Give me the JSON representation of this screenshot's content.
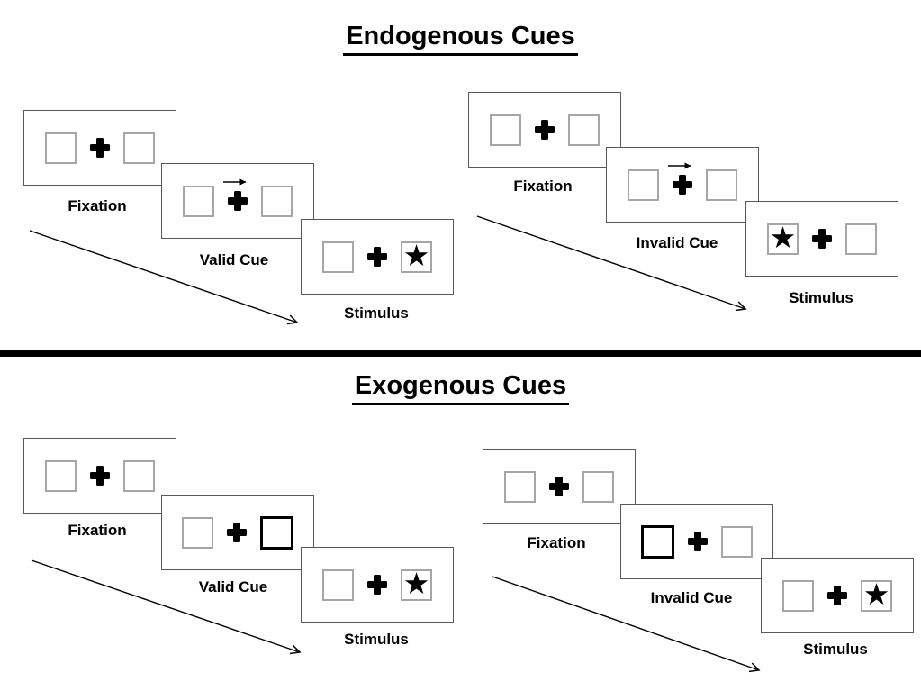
{
  "diagram": {
    "kind": "posner-cueing-task",
    "sections": [
      {
        "id": "endogenous",
        "title": "Endogenous Cues",
        "trials": [
          {
            "type": "valid",
            "panels": [
              {
                "label": "Fixation",
                "left_box": "empty",
                "right_box": "empty",
                "cue": "none"
              },
              {
                "label": "Valid Cue",
                "left_box": "empty",
                "right_box": "empty",
                "cue": "central-arrow-right"
              },
              {
                "label": "Stimulus",
                "left_box": "empty",
                "right_box": "star",
                "cue": "none"
              }
            ]
          },
          {
            "type": "invalid",
            "panels": [
              {
                "label": "Fixation",
                "left_box": "empty",
                "right_box": "empty",
                "cue": "none"
              },
              {
                "label": "Invalid Cue",
                "left_box": "empty",
                "right_box": "empty",
                "cue": "central-arrow-right"
              },
              {
                "label": "Stimulus",
                "left_box": "star",
                "right_box": "empty",
                "cue": "none"
              }
            ]
          }
        ]
      },
      {
        "id": "exogenous",
        "title": "Exogenous Cues",
        "trials": [
          {
            "type": "valid",
            "panels": [
              {
                "label": "Fixation",
                "left_box": "empty",
                "right_box": "empty",
                "cue": "none"
              },
              {
                "label": "Valid Cue",
                "left_box": "empty",
                "right_box": "highlighted",
                "cue": "peripheral-box-right"
              },
              {
                "label": "Stimulus",
                "left_box": "empty",
                "right_box": "star",
                "cue": "none"
              }
            ]
          },
          {
            "type": "invalid",
            "panels": [
              {
                "label": "Fixation",
                "left_box": "empty",
                "right_box": "empty",
                "cue": "none"
              },
              {
                "label": "Invalid Cue",
                "left_box": "highlighted",
                "right_box": "empty",
                "cue": "peripheral-box-left"
              },
              {
                "label": "Stimulus",
                "left_box": "empty",
                "right_box": "star",
                "cue": "none"
              }
            ]
          }
        ]
      }
    ]
  },
  "icons": {
    "star_glyph": "★",
    "fixation_cross": "bold-plus",
    "cue_arrow": "thin-right-arrow",
    "sequence_arrow": "diagonal-down-right-arrow"
  },
  "colors": {
    "background": "#ffffff",
    "ink": "#000000",
    "panel_border": "#595959",
    "box_border": "#a6a6a6",
    "divider": "#000000"
  }
}
